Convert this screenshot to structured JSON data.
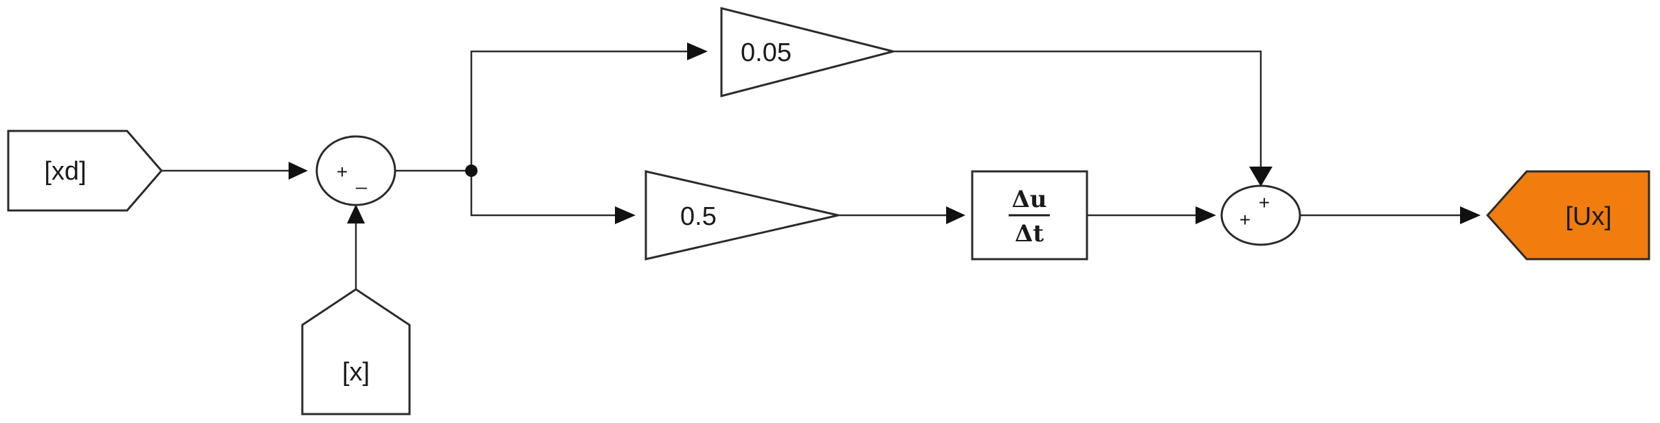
{
  "blocks": {
    "from_xd": {
      "label": "[xd]"
    },
    "from_x": {
      "label": "[x]"
    },
    "sum_error": {
      "sign_top": "+",
      "sign_bottom": "_"
    },
    "gain_upper": {
      "value": "0.05"
    },
    "gain_lower": {
      "value": "0.5"
    },
    "derivative": {
      "numerator": "Δu",
      "denominator": "Δt"
    },
    "sum_output": {
      "sign_left": "+",
      "sign_top": "+"
    },
    "goto_ux": {
      "label": "[Ux]"
    }
  },
  "colors": {
    "goto_fill": "#f07d0e",
    "line": "#2a2a2a"
  }
}
